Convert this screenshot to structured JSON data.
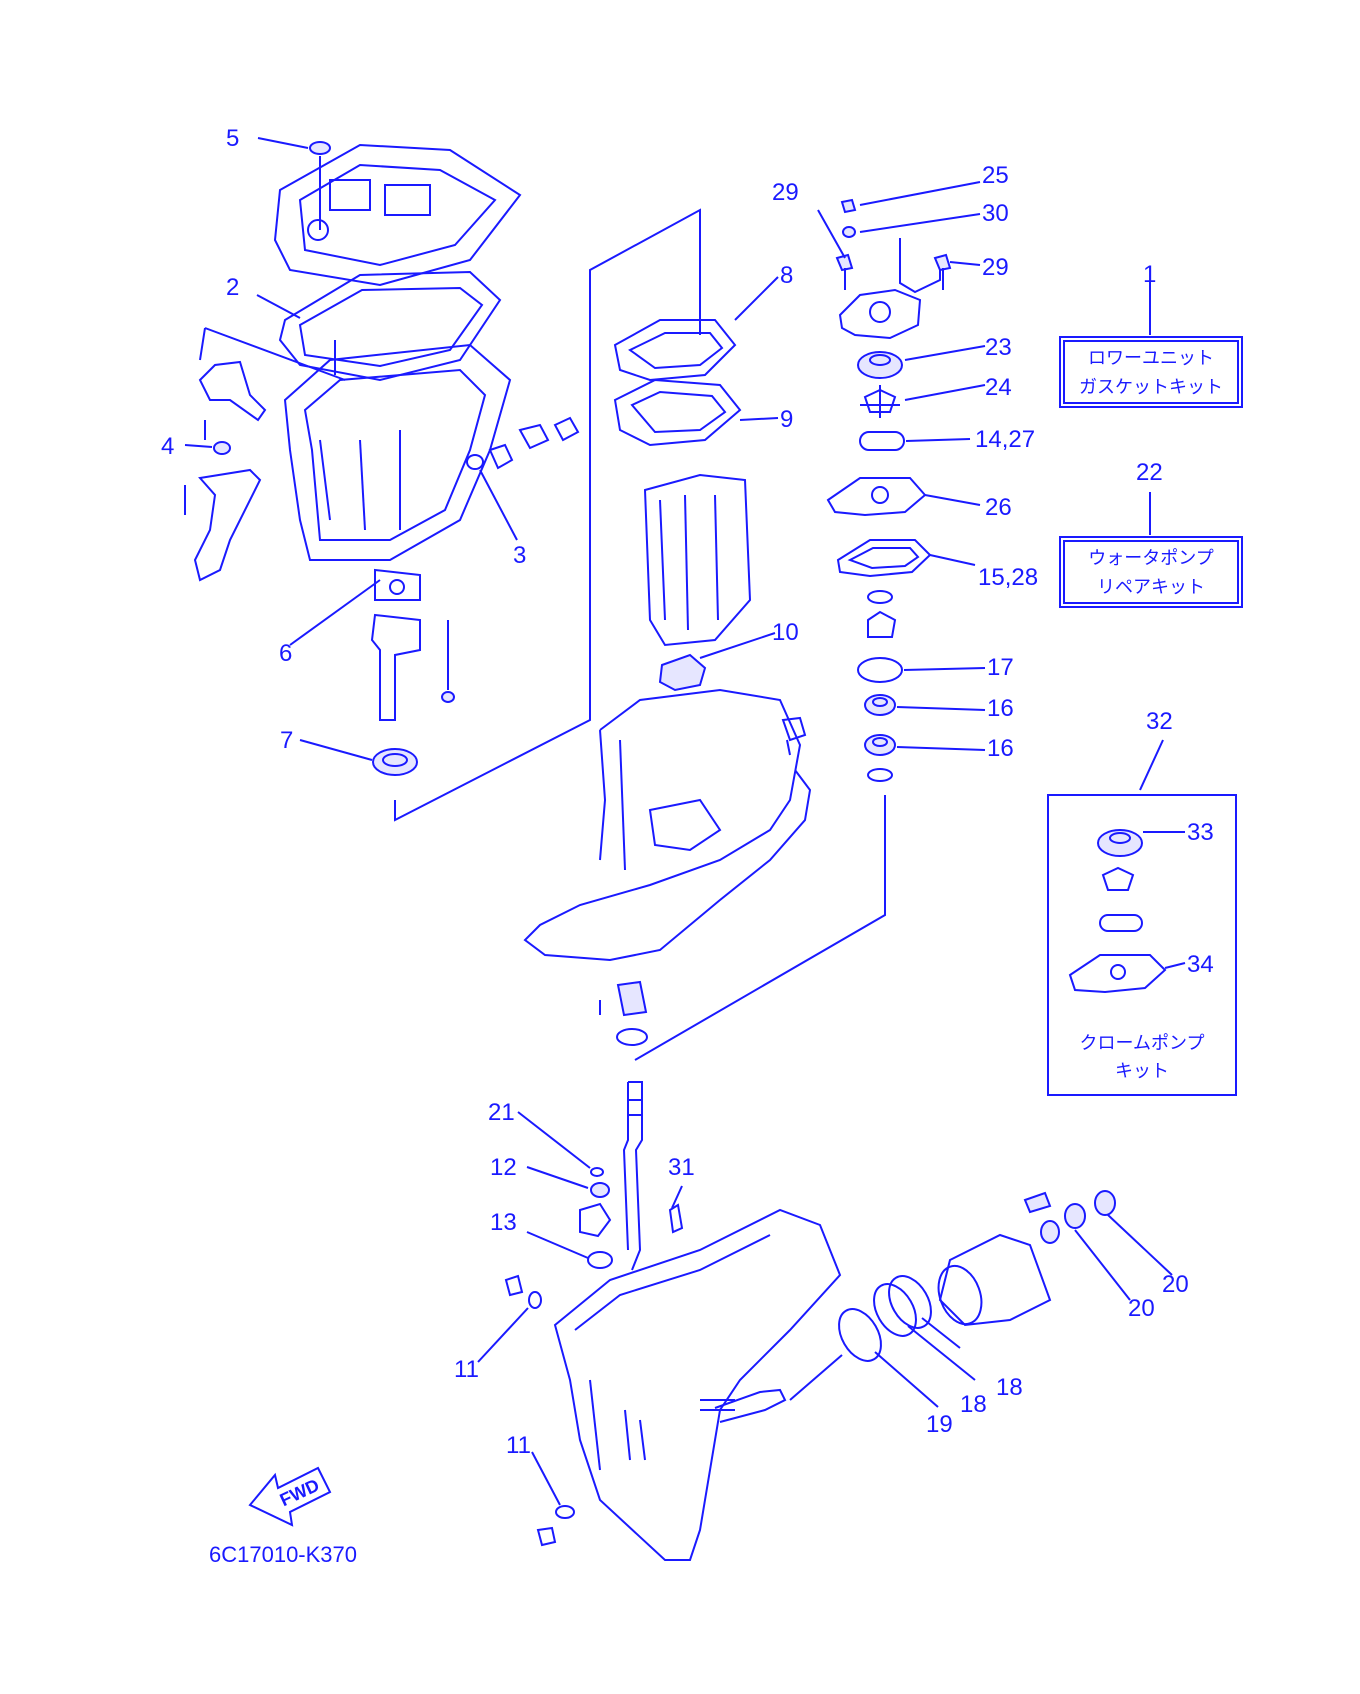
{
  "diagram_code": "6C17010-K370",
  "fwd_label": "FWD",
  "colors": {
    "ink": "#1a1aff",
    "background": "#ffffff"
  },
  "callouts": {
    "c5": "5",
    "c2": "2",
    "c4": "4",
    "c3": "3",
    "c6": "6",
    "c7": "7",
    "c8": "8",
    "c9": "9",
    "c10": "10",
    "c29a": "29",
    "c25": "25",
    "c30": "30",
    "c29b": "29",
    "c23": "23",
    "c24": "24",
    "c14_27": "14,27",
    "c26": "26",
    "c15_28": "15,28",
    "c17": "17",
    "c16a": "16",
    "c16b": "16",
    "c1": "1",
    "c22": "22",
    "c32": "32",
    "c33": "33",
    "c34": "34",
    "c21": "21",
    "c12": "12",
    "c31": "31",
    "c13": "13",
    "c11a": "11",
    "c11b": "11",
    "c20a": "20",
    "c20b": "20",
    "c18a": "18",
    "c18b": "18",
    "c19": "19"
  },
  "kits": {
    "lower_unit_gasket": {
      "line1": "ロワーユニット",
      "line2": "ガスケットキット"
    },
    "water_pump_repair": {
      "line1": "ウォータポンプ",
      "line2": "リペアキット"
    },
    "chrome_pump": {
      "line1": "クロームポンプ",
      "line2": "キット"
    }
  }
}
